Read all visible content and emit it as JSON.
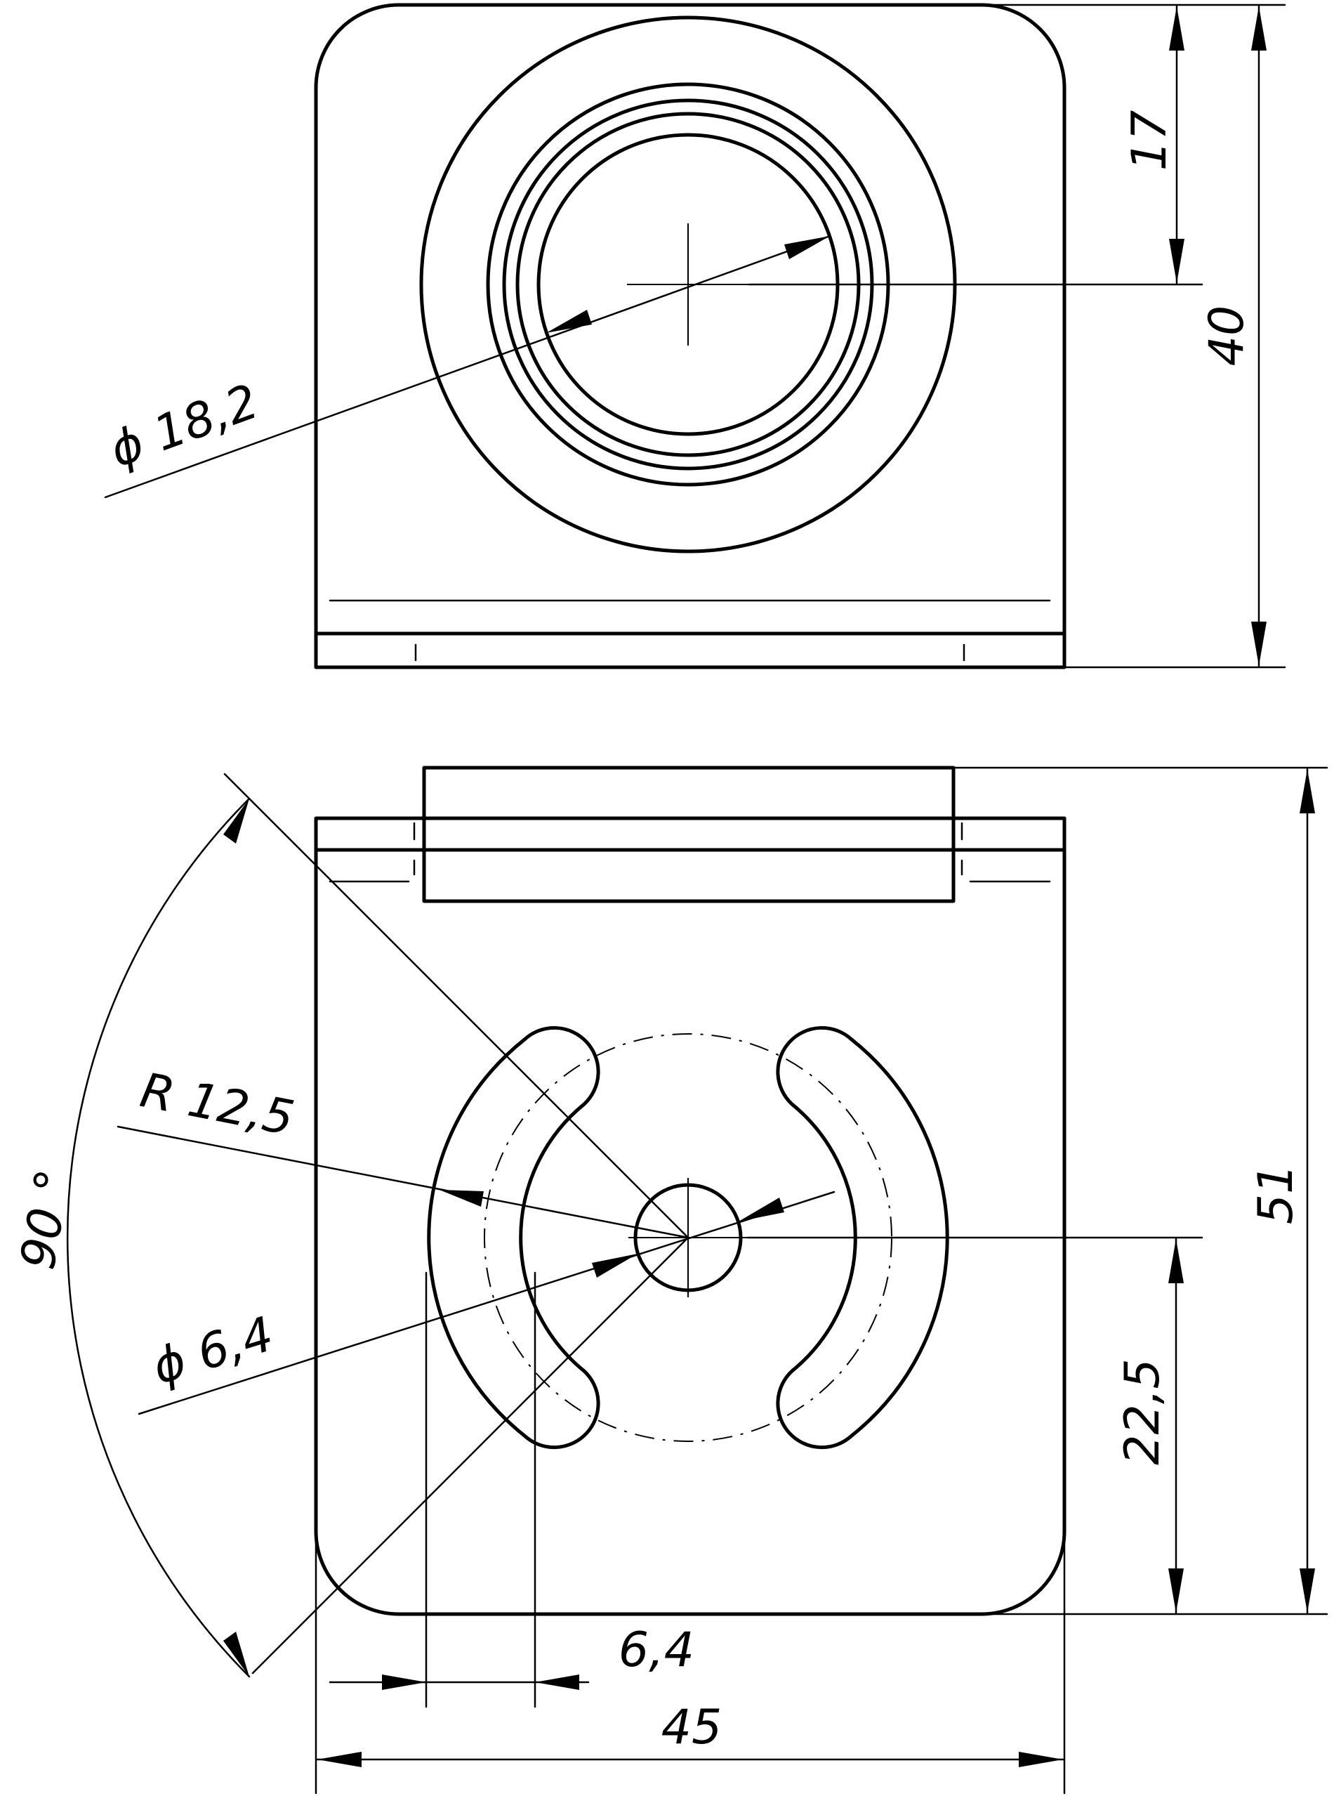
{
  "drawing": {
    "stroke_color": "#000000",
    "background_color": "#ffffff",
    "dimensions": {
      "top_height_17": "17",
      "top_height_40": "40",
      "bore_diameter": "ϕ 18,2",
      "slot_radius": "R 12,5",
      "hole_diameter": "ϕ 6,4",
      "angle": "90 °",
      "slot_width": "6,4",
      "width": "45",
      "height_22_5": "22,5",
      "height_51": "51"
    }
  }
}
